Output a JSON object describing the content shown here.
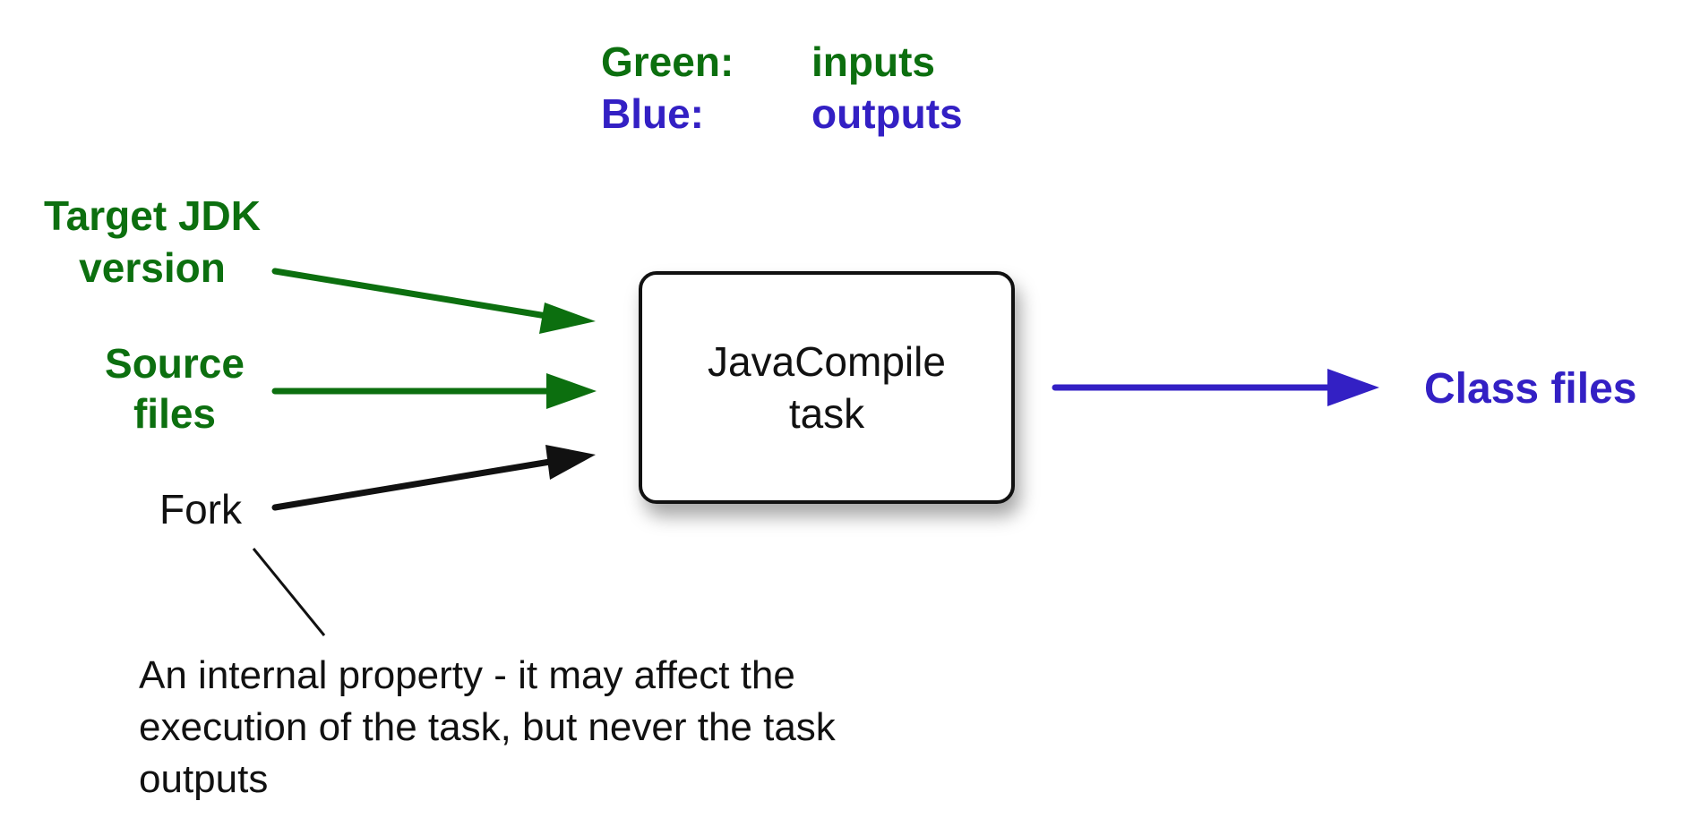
{
  "legend": {
    "green_key": "Green:",
    "green_value": "inputs",
    "blue_key": "Blue:",
    "blue_value": "outputs"
  },
  "inputs": {
    "target_jdk": "Target JDK version",
    "source_files": "Source files",
    "fork": "Fork"
  },
  "task": {
    "label": "JavaCompile task"
  },
  "outputs": {
    "class_files": "Class files"
  },
  "note": {
    "text": "An internal property - it may affect the execution of the task, but never the task outputs"
  },
  "colors": {
    "input_green": "#0c6f0f",
    "output_blue": "#3320c4",
    "internal_black": "#111111"
  }
}
